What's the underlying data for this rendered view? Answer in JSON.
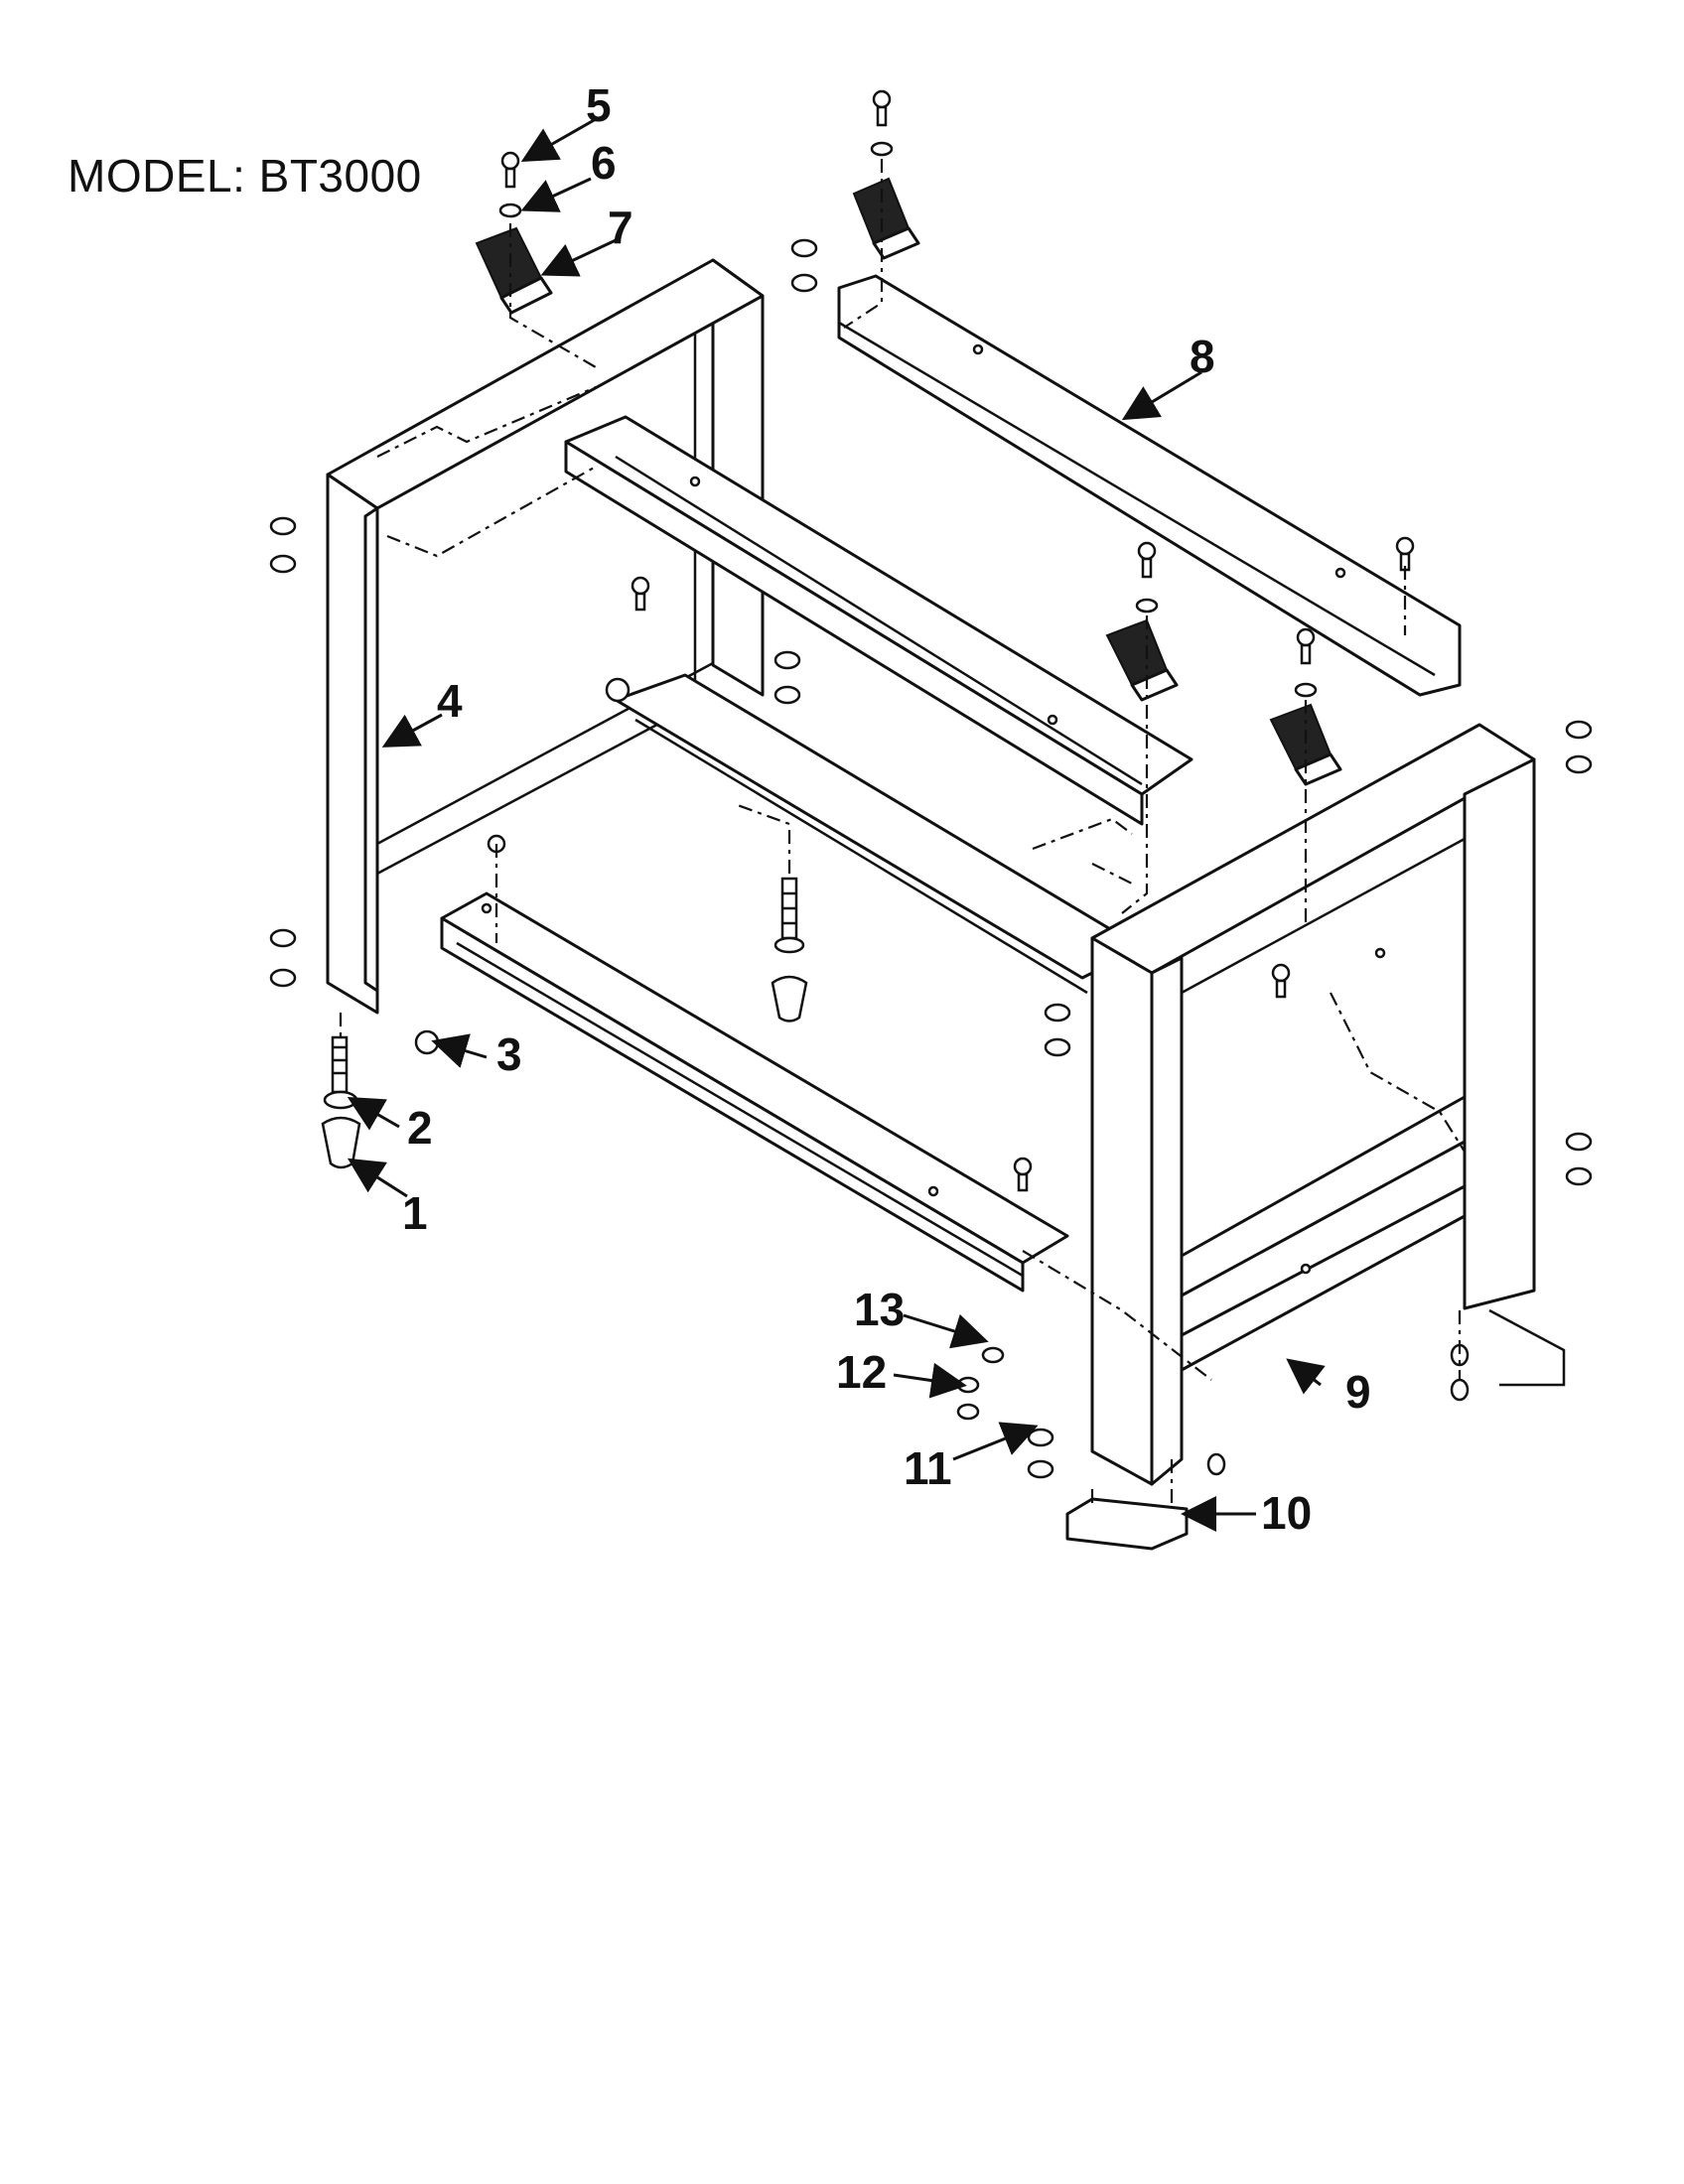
{
  "header": {
    "model_label": "MODEL: BT3000"
  },
  "callouts": {
    "c1": "1",
    "c2": "2",
    "c3": "3",
    "c4": "4",
    "c5": "5",
    "c6": "6",
    "c7": "7",
    "c8": "8",
    "c9": "9",
    "c10": "10",
    "c11": "11",
    "c12": "12",
    "c13": "13"
  }
}
